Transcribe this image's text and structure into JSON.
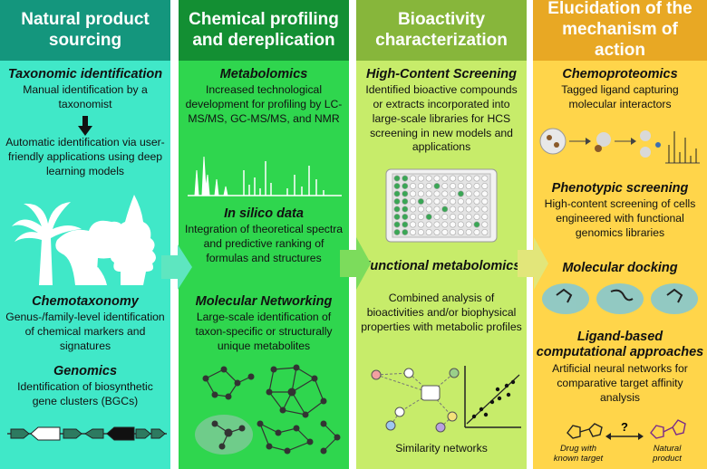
{
  "columns": [
    {
      "title": "Natural product sourcing",
      "sections": [
        {
          "heading": "Taxonomic identification",
          "text": "Manual identification by a taxonomist"
        },
        {
          "text": "Automatic identification via user-friendly applications using deep learning models"
        },
        {
          "heading": "Chemotaxonomy",
          "text": "Genus-/family-level identification of chemical markers and signatures"
        },
        {
          "heading": "Genomics",
          "text": "Identification of biosynthetic gene clusters (BGCs)"
        }
      ]
    },
    {
      "title": "Chemical profiling and dereplication",
      "sections": [
        {
          "heading": "Metabolomics",
          "text": "Increased technological development for profiling by LC-MS/MS, GC-MS/MS, and NMR"
        },
        {
          "heading": "In silico data",
          "text": "Integration of theoretical spectra and predictive ranking of formulas and structures"
        },
        {
          "heading": "Molecular Networking",
          "text": "Large-scale identification of taxon-specific or structurally unique metabolites"
        }
      ]
    },
    {
      "title": "Bioactivity characterization",
      "sections": [
        {
          "heading": "High-Content Screening",
          "text": "Identified bioactive compounds or extracts incorporated into large-scale libraries for HCS screening in new models and applications"
        },
        {
          "heading": "Functional metabolomics",
          "text": "Combined analysis of bioactivities and/or biophysical properties with metabolic profiles"
        },
        {
          "text": "Similarity networks"
        }
      ]
    },
    {
      "title": "Elucidation of the mechanism of action",
      "sections": [
        {
          "heading": "Chemoproteomics",
          "text": "Tagged ligand capturing molecular interactors"
        },
        {
          "heading": "Phenotypic screening",
          "text": "High-content screening of cells engineered with functional genomics libraries"
        },
        {
          "heading": "Molecular docking"
        },
        {
          "heading": "Ligand-based computational approaches",
          "text": "Artificial neural networks for comparative target affinity analysis"
        },
        {
          "caption_left": "Drug with known target",
          "caption_right": "Natural product",
          "question": "?"
        }
      ]
    }
  ],
  "colors": {
    "col1": "#40e8c8",
    "col2": "#2fd64e",
    "col3": "#c7ec6a",
    "col4": "#ffd54a"
  }
}
